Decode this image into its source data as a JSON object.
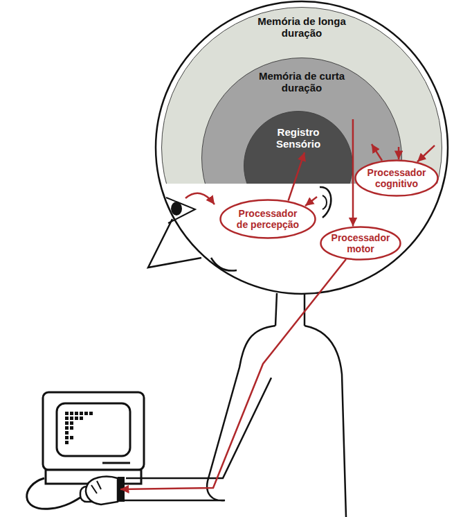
{
  "diagram": {
    "nodes": [
      {
        "text": [
          "Memória de longa duração"
        ]
      },
      {
        "text": [
          "Memória de curta duração"
        ],
        "in": 0
      },
      {
        "text": [
          "Registro Sensório"
        ],
        "in": 1
      },
      {
        "text": [
          "Processador de percepção"
        ]
      },
      {
        "text": [
          "Processador cognitivo"
        ]
      },
      {
        "text": [
          "Processador motor"
        ]
      }
    ],
    "edges": [
      {
        "from": 3,
        "to": 2,
        "arrow": "to"
      },
      {
        "from": 4,
        "to": 1,
        "arrow": "to"
      },
      {
        "from": 1,
        "to": 4,
        "arrow": "to"
      },
      {
        "from": 0,
        "to": 4,
        "arrow": "to"
      },
      {
        "from": 1,
        "to": 5,
        "arrow": "to"
      }
    ]
  }
}
